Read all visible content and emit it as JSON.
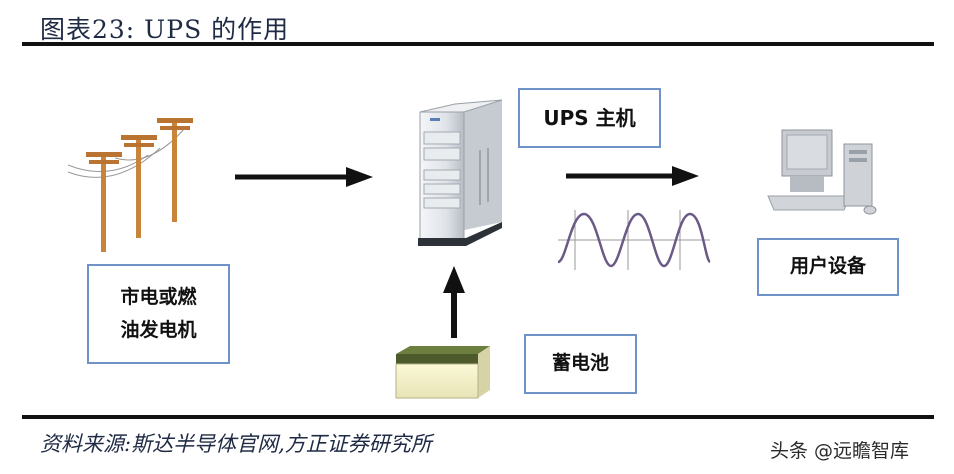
{
  "header": {
    "title": "图表23:   UPS 的作用"
  },
  "nodes": {
    "grid_line1": "市电或燃",
    "grid_line2": "油发电机",
    "ups": "UPS 主机",
    "user": "用户设备",
    "battery": "蓄电池"
  },
  "footer": {
    "source": "资料来源:斯达半导体官网,方正证券研究所",
    "watermark": "头条 @远瞻智库"
  },
  "icons": {
    "utility": "utility-pole-icon",
    "server": "ups-tower-icon",
    "waveform": "sine-wave-icon",
    "computer": "computer-icon",
    "battery": "battery-icon"
  },
  "colors": {
    "box_border": "#6f92c9",
    "arrow": "#111111",
    "pole": "#c8853a"
  }
}
